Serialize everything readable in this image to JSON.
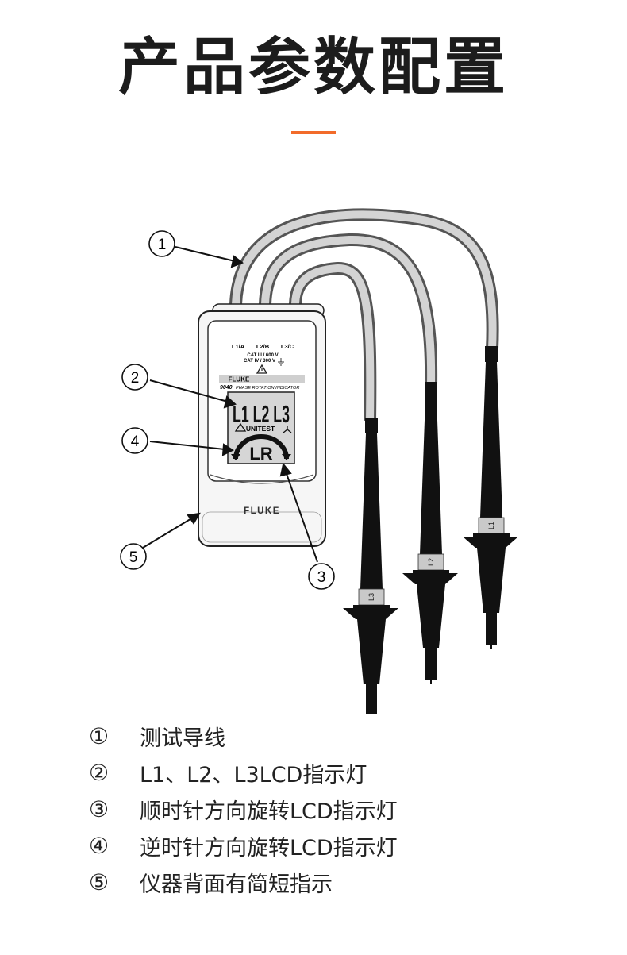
{
  "page": {
    "title": "产品参数配置",
    "accent_color": "#f26b2a"
  },
  "device": {
    "brand": "FLUKE",
    "model": "9040",
    "subtitle": "PHASE ROTATION INDICATOR",
    "terminal_labels": [
      "L1/A",
      "L2/B",
      "L3/C"
    ],
    "rating_line1": "CAT III / 600 V",
    "rating_line2": "CAT IV / 300 V",
    "lcd_phases": "L1 L2 L3",
    "lcd_unitest": "UNITEST",
    "lcd_rotation": "LR",
    "probe_labels": [
      "L1",
      "L2",
      "L3"
    ]
  },
  "callouts": [
    "1",
    "2",
    "3",
    "4",
    "5"
  ],
  "legend": [
    {
      "num": "①",
      "text": "测试导线"
    },
    {
      "num": "②",
      "text": "L1、L2、L3LCD指示灯"
    },
    {
      "num": "③",
      "text": "顺时针方向旋转LCD指示灯"
    },
    {
      "num": "④",
      "text": "逆时针方向旋转LCD指示灯"
    },
    {
      "num": "⑤",
      "text": "仪器背面有简短指示"
    }
  ]
}
